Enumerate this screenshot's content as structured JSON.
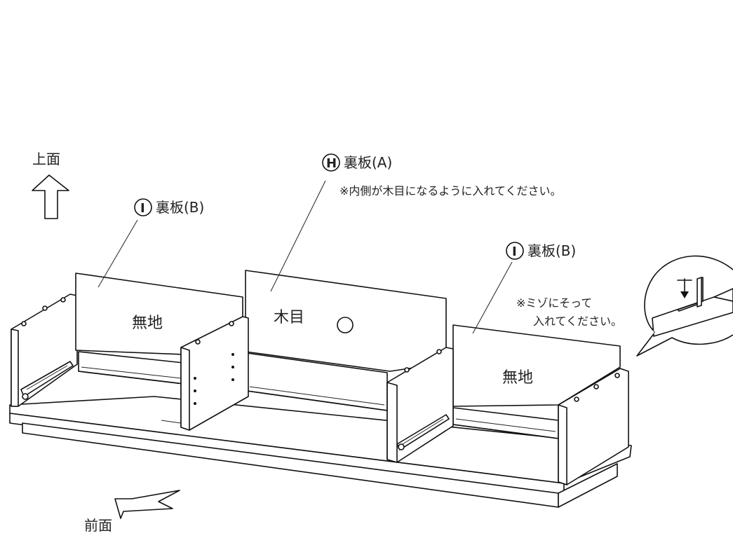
{
  "directions": {
    "top": "上面",
    "front": "前面"
  },
  "parts": {
    "h": {
      "mark": "H",
      "name": "裏板(A)",
      "note": "※内側が木目になるように入れてください。"
    },
    "i_left": {
      "mark": "I",
      "name": "裏板(B)"
    },
    "i_right": {
      "mark": "I",
      "name": "裏板(B)"
    }
  },
  "panel_labels": {
    "left": "無地",
    "center": "木目",
    "right": "無地"
  },
  "groove_note": {
    "line1": "※ミゾにそって",
    "line2": "入れてください。"
  }
}
